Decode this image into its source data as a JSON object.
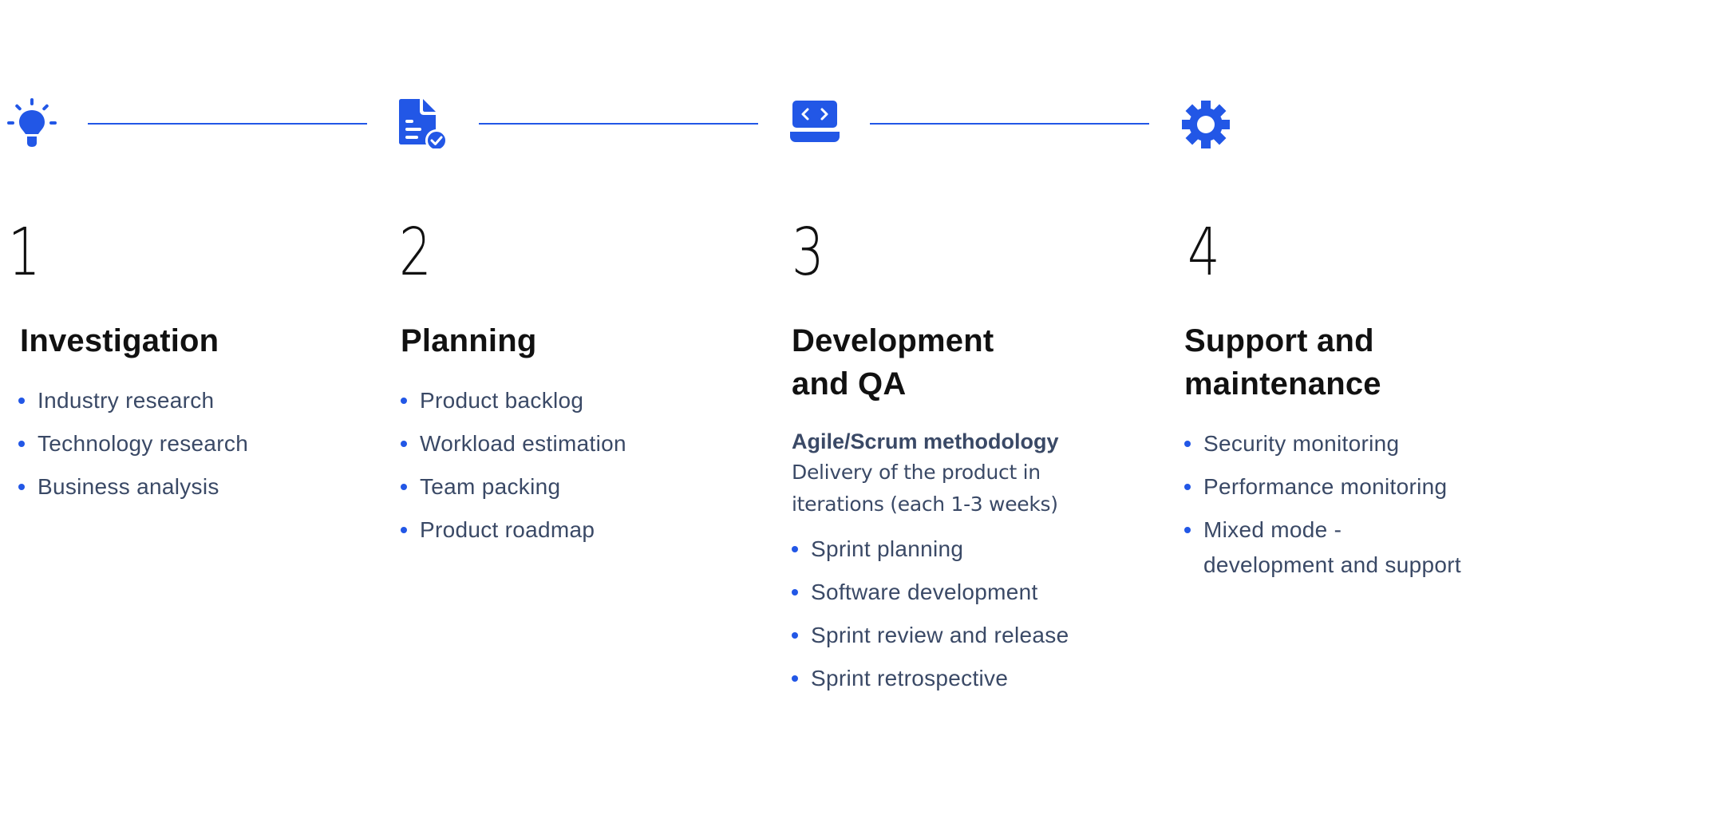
{
  "accent_color": "#2257e6",
  "text_color": "#3a4966",
  "heading_color": "#111111",
  "timeline": {
    "icons": [
      {
        "name": "lightbulb-icon"
      },
      {
        "name": "document-check-icon"
      },
      {
        "name": "laptop-code-icon"
      },
      {
        "name": "gear-icon"
      }
    ]
  },
  "steps": [
    {
      "number": "1",
      "title": "Investigation",
      "items": [
        "Industry research",
        "Technology research",
        "Business analysis"
      ]
    },
    {
      "number": "2",
      "title": "Planning",
      "items": [
        "Product backlog",
        "Workload estimation",
        "Team packing",
        "Product roadmap"
      ]
    },
    {
      "number": "3",
      "title_line1": "Development",
      "title_line2": "and QA",
      "methodology_title": "Agile/Scrum methodology",
      "methodology_desc_line1": "Delivery of the product in",
      "methodology_desc_line2": "iterations (each 1-3 weeks)",
      "items": [
        "Sprint planning",
        "Software development",
        "Sprint review and release",
        "Sprint retrospective"
      ]
    },
    {
      "number": "4",
      "title_line1": "Support and",
      "title_line2": "maintenance",
      "items": [
        "Security monitoring",
        "Performance monitoring",
        "Mixed mode -",
        "development and support"
      ]
    }
  ]
}
